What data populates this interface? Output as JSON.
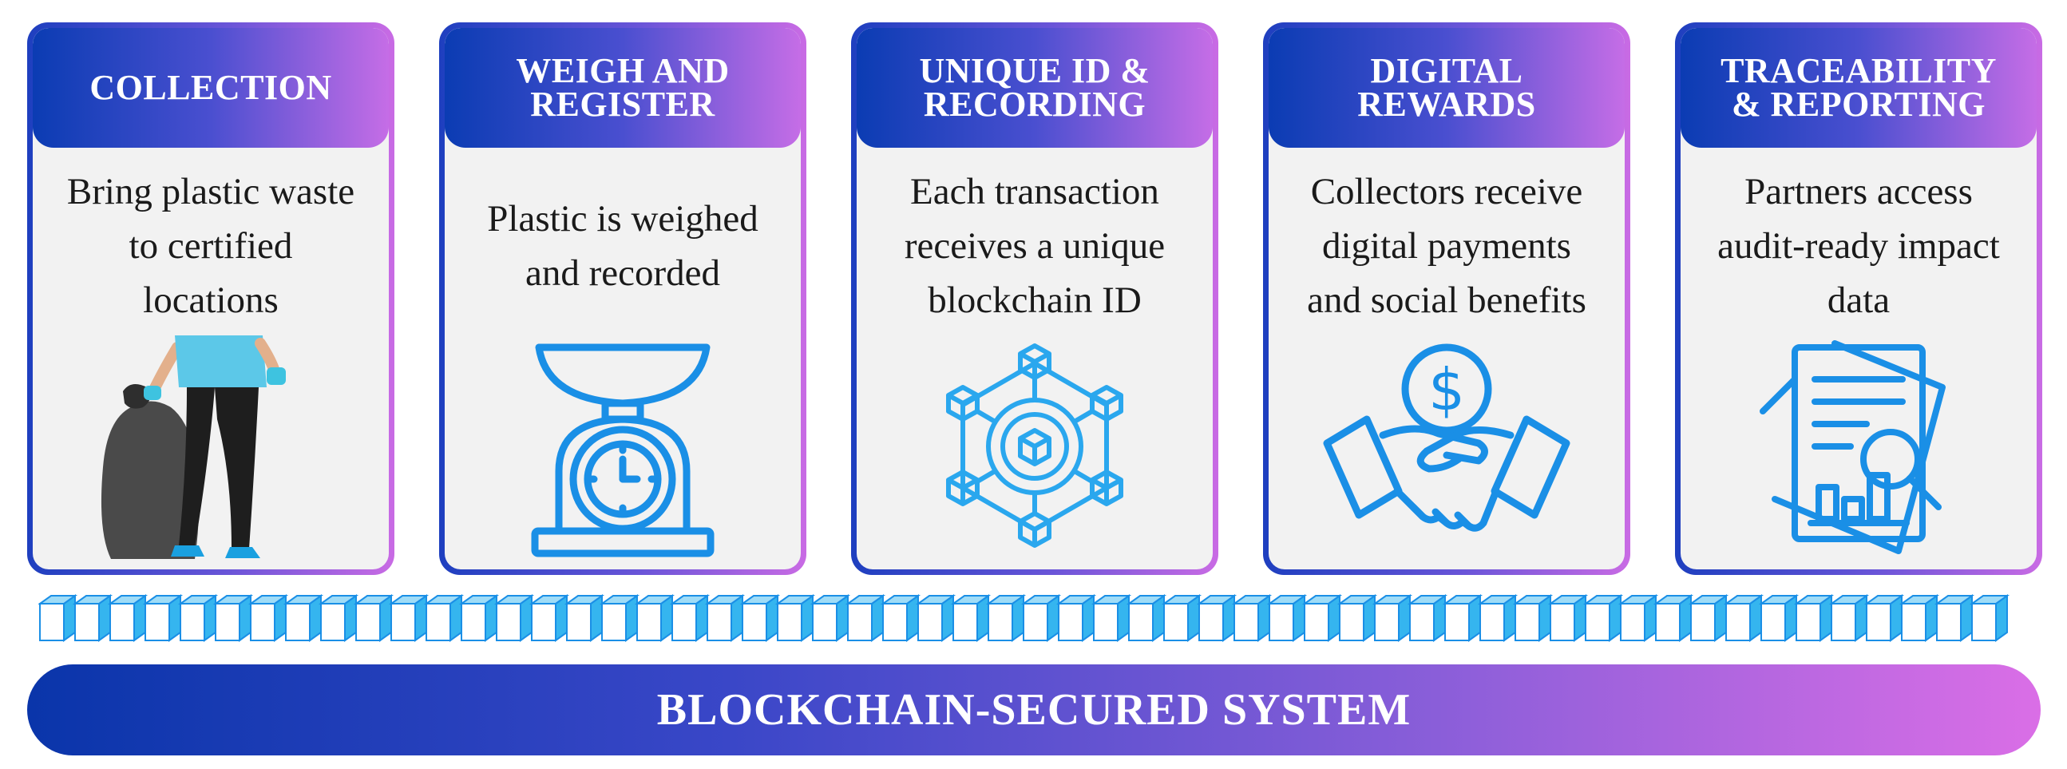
{
  "steps": [
    {
      "title": "COLLECTION",
      "description": "Bring plastic waste\nto certified\nlocations",
      "icon": "person-with-trash-bag-icon"
    },
    {
      "title": "WEIGH AND\nREGISTER",
      "description": "Plastic is weighed\nand recorded",
      "icon": "weighing-scale-icon"
    },
    {
      "title": "UNIQUE ID &\nRECORDING",
      "description": "Each transaction\nreceives a unique\nblockchain ID",
      "icon": "blockchain-network-icon"
    },
    {
      "title": "DIGITAL\nREWARDS",
      "description": "Collectors receive\ndigital payments\nand social benefits",
      "icon": "handshake-dollar-icon"
    },
    {
      "title": "TRACEABILITY\n& REPORTING",
      "description": "Partners access\naudit-ready impact\ndata",
      "icon": "report-magnifier-icon"
    }
  ],
  "footer": {
    "label": "BLOCKCHAIN-SECURED SYSTEM"
  },
  "colors": {
    "header_start": "#0b3cb3",
    "header_end": "#c56de6",
    "icon_blue": "#1a8fe6",
    "card_bg": "#f2f2f2"
  }
}
